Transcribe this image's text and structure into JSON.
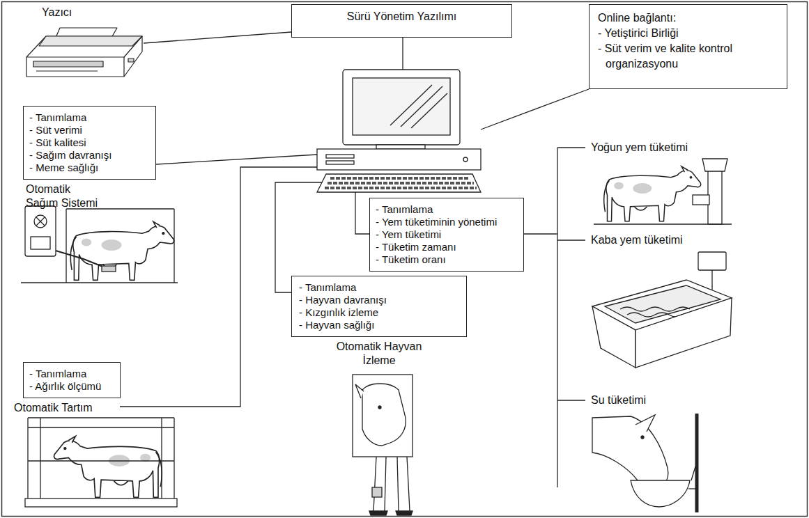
{
  "diagram": {
    "nodes": [
      {
        "text": [
          "Sürü Yönetim Yazılımı"
        ]
      },
      {
        "text": [
          "Online bağlantı:",
          "- Yetiştirici Birliği",
          "- Süt verim ve kalite kontrol organizasyonu"
        ]
      },
      {
        "text": [
          "- Tanımlama",
          "- Süt verimi",
          "- Süt kalitesi",
          "- Sağım davranışı",
          "- Meme sağlığı",
          "Otomatik Sağım Sistemi"
        ]
      },
      {
        "text": [
          "- Tanımlama",
          "- Yem tüketiminin yönetimi",
          "- Yem tüketimi",
          "- Tüketim zamanı",
          "- Tüketim oranı"
        ]
      },
      {
        "text": [
          "- Tanımlama",
          "- Hayvan davranışı",
          "- Kızgınlık izleme",
          "- Hayvan sağlığı",
          "Otomatik Hayvan İzleme"
        ]
      },
      {
        "text": [
          "- Tanımlama",
          "- Ağırlık ölçümü",
          "Otomatik Tartım"
        ]
      }
    ],
    "labels": [
      "Yazıcı",
      "Yoğun yem tüketimi",
      "Kaba yem tüketimi",
      "Su tüketimi"
    ]
  }
}
